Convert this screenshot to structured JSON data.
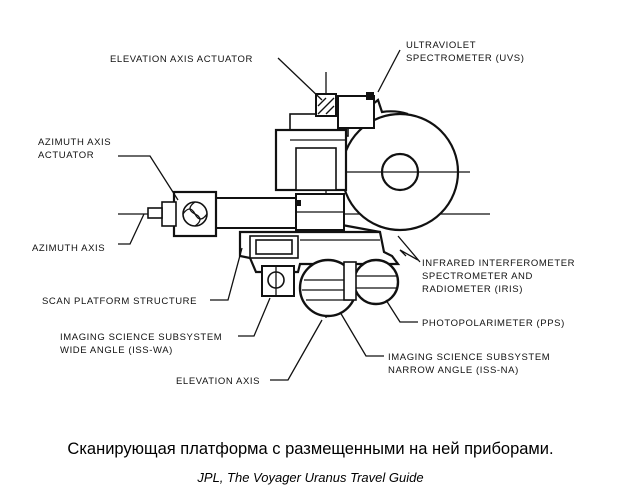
{
  "labels": {
    "elevation_axis_actuator": "ELEVATION AXIS ACTUATOR",
    "uvs_line1": "ULTRAVIOLET",
    "uvs_line2": "SPECTROMETER (UVS)",
    "azimuth_actuator_line1": "AZIMUTH AXIS",
    "azimuth_actuator_line2": "ACTUATOR",
    "azimuth_axis": "AZIMUTH AXIS",
    "scan_platform": "SCAN PLATFORM STRUCTURE",
    "iss_wa_line1": "IMAGING SCIENCE SUBSYSTEM",
    "iss_wa_line2": "WIDE ANGLE (ISS-WA)",
    "elevation_axis": "ELEVATION AXIS",
    "iris_line1": "INFRARED INTERFEROMETER",
    "iris_line2": "SPECTROMETER AND",
    "iris_line3": "RADIOMETER (IRIS)",
    "pps": "PHOTOPOLARIMETER (PPS)",
    "iss_na_line1": "IMAGING SCIENCE SUBSYSTEM",
    "iss_na_line2": "NARROW ANGLE (ISS-NA)"
  },
  "caption": "Сканирующая платформа с размещенными на ней приборами.",
  "source": "JPL, The Voyager Uranus Travel Guide"
}
